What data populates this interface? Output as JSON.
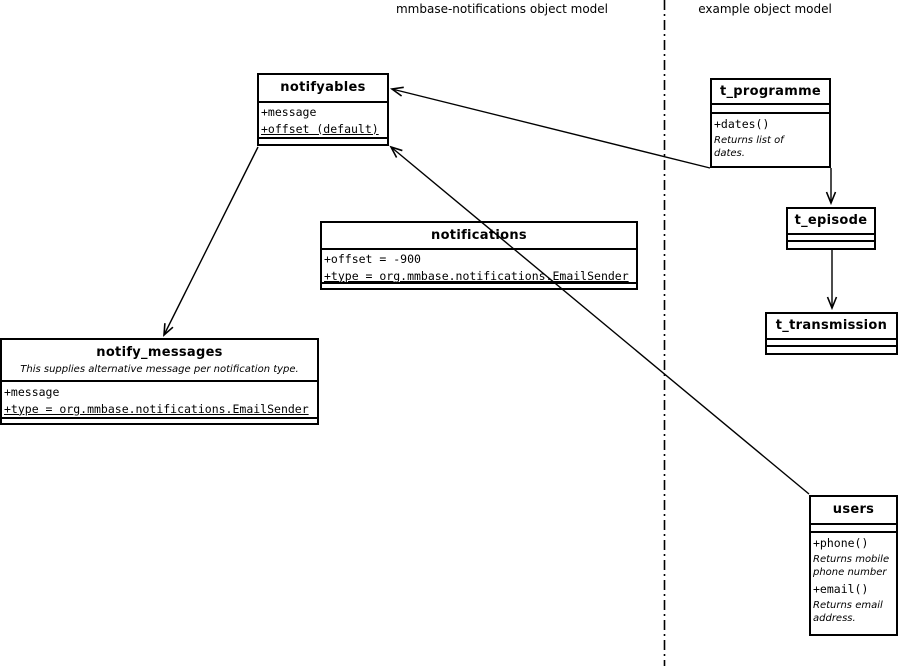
{
  "header": {
    "left_label": "mmbase-notifications object model",
    "right_label": "example object model"
  },
  "colors": {
    "line": "#000000",
    "background": "#ffffff"
  },
  "boxes": {
    "notifyables": {
      "title": "notifyables",
      "attr1": "+message",
      "attr2": "+offset (default)"
    },
    "notifications": {
      "title": "notifications",
      "attr1": "+offset = -900",
      "attr2": "+type = org.mmbase.notifications.EmailSender"
    },
    "notify_messages": {
      "title": "notify_messages",
      "note": "This supplies alternative message per notification type.",
      "attr1": "+message",
      "attr2": "+type = org.mmbase.notifications.EmailSender"
    },
    "t_programme": {
      "title": "t_programme",
      "method1": "+dates()",
      "method1_note": "Returns list of dates."
    },
    "t_episode": {
      "title": "t_episode"
    },
    "t_transmission": {
      "title": "t_transmission"
    },
    "users": {
      "title": "users",
      "method1": "+phone()",
      "method1_note": "Returns mobile phone number",
      "method2": "+email()",
      "method2_note": "Returns email address."
    }
  },
  "relations": [
    {
      "name": "t_programme to notifyables"
    },
    {
      "name": "users to notifyables"
    },
    {
      "name": "notifyables to notify_messages"
    },
    {
      "name": "t_programme to t_episode"
    },
    {
      "name": "t_episode to t_transmission"
    }
  ]
}
